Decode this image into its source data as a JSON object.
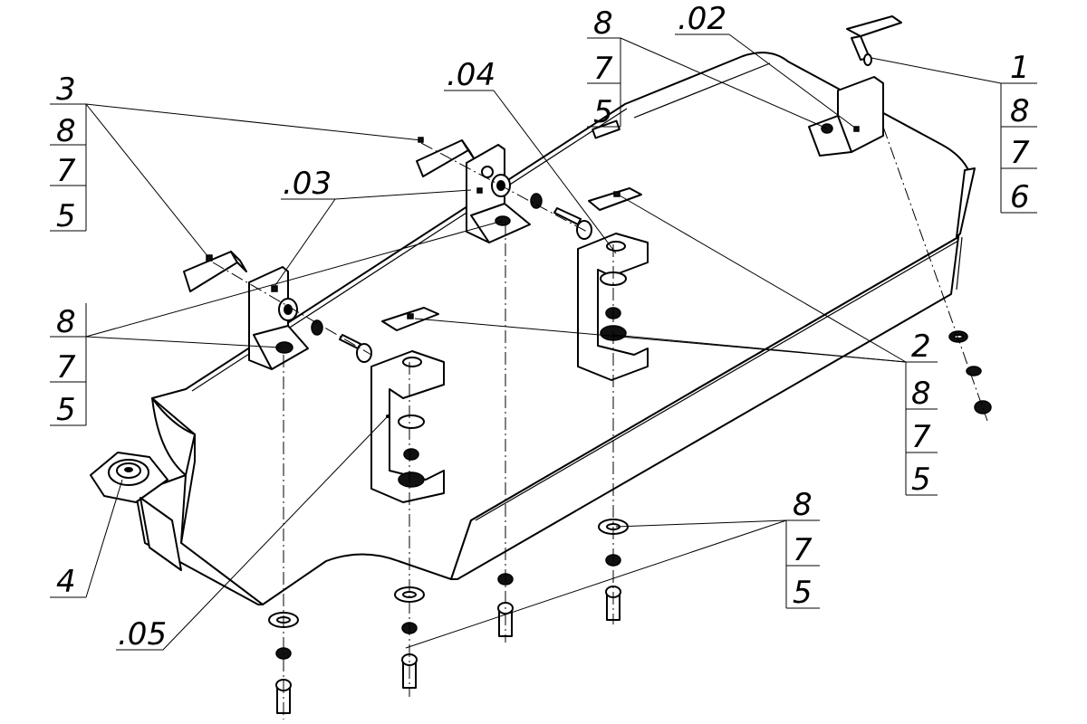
{
  "drawing": {
    "callouts": {
      "c02": ".02",
      "c03": ".03",
      "c04": ".04",
      "c05": ".05",
      "c4": "4",
      "stack_tl": [
        "3",
        "8",
        "7",
        "5"
      ],
      "stack_ml": [
        "8",
        "7",
        "5"
      ],
      "stack_tc": [
        "8",
        "7",
        "5"
      ],
      "stack_tr": [
        "1",
        "8",
        "7",
        "6"
      ],
      "stack_r": [
        "2",
        "8",
        "7",
        "5"
      ],
      "stack_b": [
        "8",
        "7",
        "5"
      ]
    }
  }
}
